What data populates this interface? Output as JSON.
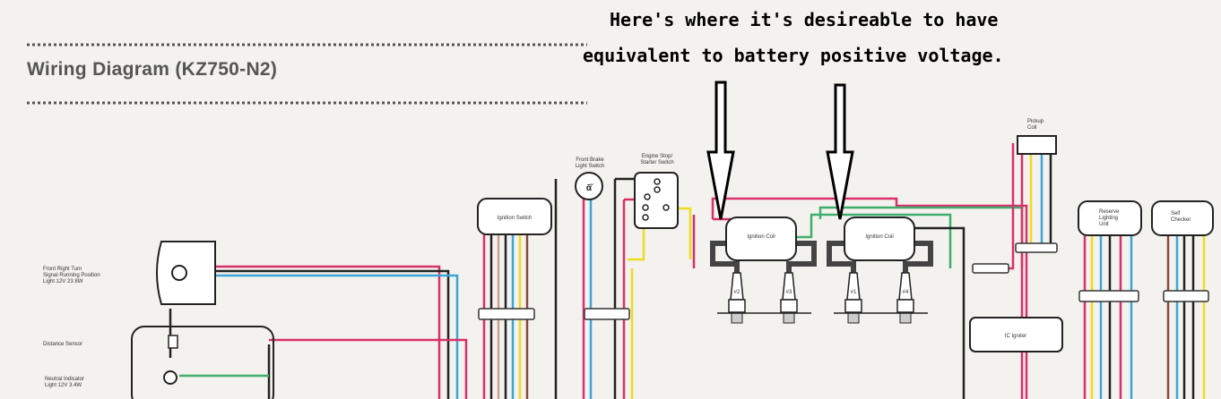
{
  "title": "Wiring Diagram (KZ750-N2)",
  "annotation": {
    "line1": "Here's where it's desireable to have",
    "line2": "equivalent to battery positive voltage."
  },
  "labels": {
    "front_turn": [
      "Front Right Turn",
      "Signal Running Position",
      "Light 12V 23 8W"
    ],
    "distance_sensor": "Distance Sensor",
    "neutral": [
      "Neutral Indicator",
      "Light 12V 3.4W"
    ],
    "ignition_switch": "Ignition Switch",
    "front_brake": [
      "Front Brake",
      "Light Switch"
    ],
    "engine_stop": [
      "Engine Stop/",
      "Starter Switch"
    ],
    "ignition_coil_1": "Ignition Coil",
    "ignition_coil_2": "Ignition Coil",
    "plugs": [
      "#2",
      "#3",
      "#1",
      "#4"
    ],
    "pickup_coil": [
      "Pickup",
      "Coil"
    ],
    "ic_igniter": "IC Igniter",
    "reserve_lighting": [
      "Reserve",
      "Lighting",
      "Unit"
    ],
    "self_checker": [
      "Self",
      "Checker"
    ]
  },
  "colors": {
    "pink": "#d8306a",
    "blue": "#3aa6d8",
    "yellow": "#ecdc22",
    "green": "#3fae6c",
    "black": "#222222",
    "brown": "#8a4a3a"
  }
}
